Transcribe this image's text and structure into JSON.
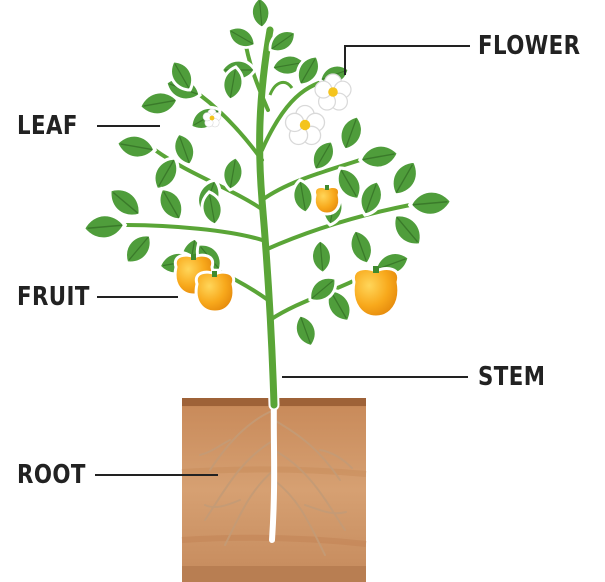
{
  "labels": {
    "flower": "FLOWER",
    "leaf": "LEAF",
    "fruit": "FRUIT",
    "stem": "STEM",
    "root": "ROOT"
  },
  "colors": {
    "leaf": "#4e9a3c",
    "leaf_dark": "#3d7e2e",
    "stem": "#57a236",
    "fruit": "#f6a21a",
    "fruit_light": "#ffc436",
    "soil": "#d29a6a",
    "soil_dark": "#b67b4c",
    "root": "#ffffff",
    "label_text": "#222222"
  }
}
